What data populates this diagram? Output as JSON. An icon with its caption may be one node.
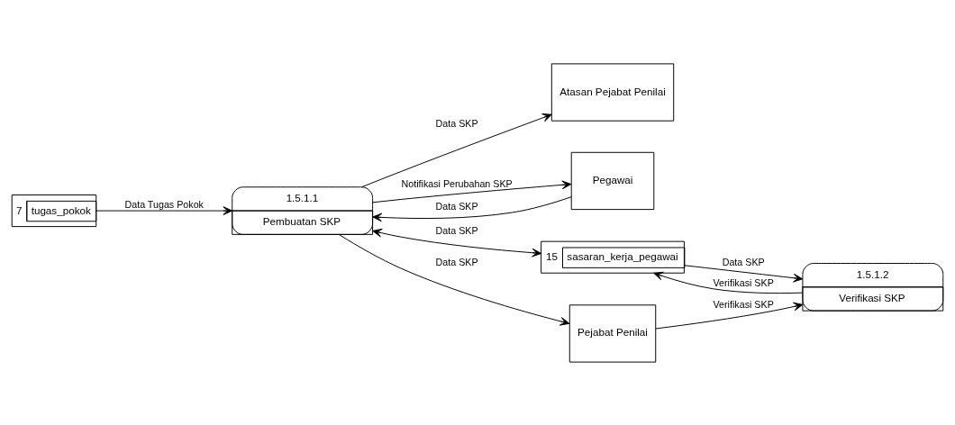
{
  "diagram": {
    "nodes": [
      {
        "text": [
          "7",
          "tugas_pokok"
        ]
      },
      {
        "text": [
          "Atasan Pejabat Penilai"
        ]
      },
      {
        "text": [
          "1.5.1.1",
          "Pembuatan SKP"
        ]
      },
      {
        "text": [
          "Pegawai"
        ]
      },
      {
        "text": [
          "15",
          "sasaran_kerja_pegawai"
        ]
      },
      {
        "text": [
          "Pejabat Penilai"
        ]
      },
      {
        "text": [
          "1.5.1.2",
          "Verifikasi SKP"
        ]
      }
    ],
    "edges": [
      {
        "from": 0,
        "to": 2,
        "arrow": "to",
        "label": "Data Tugas Pokok"
      },
      {
        "from": 2,
        "to": 1,
        "arrow": "to",
        "label": "Data SKP"
      },
      {
        "from": 3,
        "to": 2,
        "arrow": "to",
        "label": "Data SKP"
      },
      {
        "from": 2,
        "to": 4,
        "arrow": "both",
        "label": "Data SKP"
      },
      {
        "from": 2,
        "to": 3,
        "arrow": "to",
        "label": "Notifikasi Perubahan SKP"
      },
      {
        "from": 2,
        "to": 5,
        "arrow": "to",
        "label": "Data SKP"
      },
      {
        "from": 4,
        "to": 6,
        "arrow": "to",
        "label": "Data SKP"
      },
      {
        "from": 5,
        "to": 6,
        "arrow": "to",
        "label": "Verifikasi SKP"
      },
      {
        "from": 6,
        "to": 4,
        "arrow": "to",
        "label": "Verifikasi SKP"
      }
    ]
  }
}
